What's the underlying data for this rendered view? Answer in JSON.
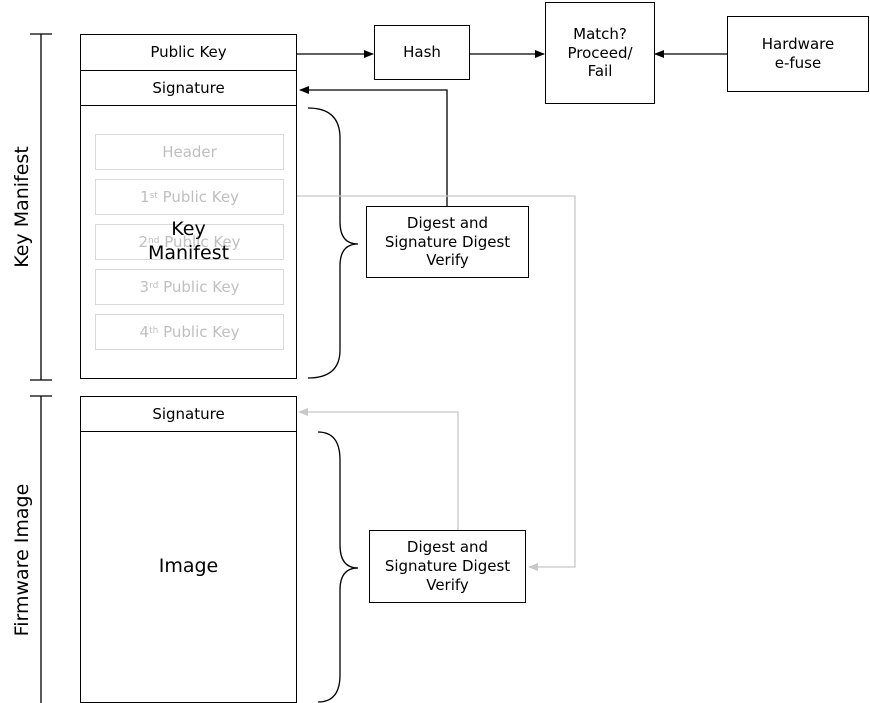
{
  "side_labels": {
    "key_manifest": "Key Manifest",
    "firmware_image": "Firmware Image"
  },
  "key_manifest": {
    "public_key": "Public Key",
    "signature": "Signature",
    "title_line1": "Key",
    "title_line2": "Manifest",
    "header": "Header",
    "key1": {
      "ord": "1",
      "sup": "st",
      "text": "Public Key"
    },
    "key2": {
      "ord": "2",
      "sup": "nd",
      "text": "Public Key"
    },
    "key3": {
      "ord": "3",
      "sup": "rd",
      "text": "Public Key"
    },
    "key4": {
      "ord": "4",
      "sup": "th",
      "text": "Public Key"
    }
  },
  "firmware": {
    "signature": "Signature",
    "image": "Image"
  },
  "hash_label": "Hash",
  "match_lines": [
    "Match?",
    "Proceed/",
    "Fail"
  ],
  "hardware_lines": [
    "Hardware",
    "e-fuse"
  ],
  "verify_top_lines": [
    "Digest and",
    "Signature Digest",
    "Verify"
  ],
  "verify_bottom_lines": [
    "Digest and",
    "Signature Digest",
    "Verify"
  ]
}
